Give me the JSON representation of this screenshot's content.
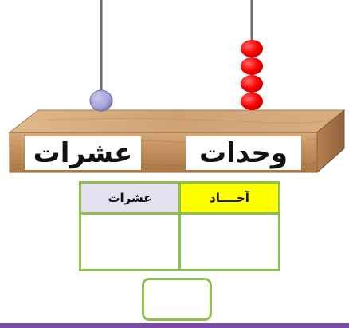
{
  "abacus": {
    "tens_label": "عشرات",
    "ones_label": "وحدات",
    "tens_bead_count": 1,
    "ones_bead_count": 4,
    "tens_bead_color": "#a7a3da",
    "ones_bead_color": "#ff0000",
    "wood_color": "#c89a6a"
  },
  "table": {
    "tens_header": "عشرات",
    "ones_header": "آحــــاد",
    "tens_header_color": "#e4e0f0",
    "ones_header_color": "#ffff00",
    "border_color": "#8cc152",
    "tens_value": "",
    "ones_value": ""
  },
  "answer": {
    "value": ""
  },
  "footer": {
    "bar_color": "#7a4aa8"
  }
}
